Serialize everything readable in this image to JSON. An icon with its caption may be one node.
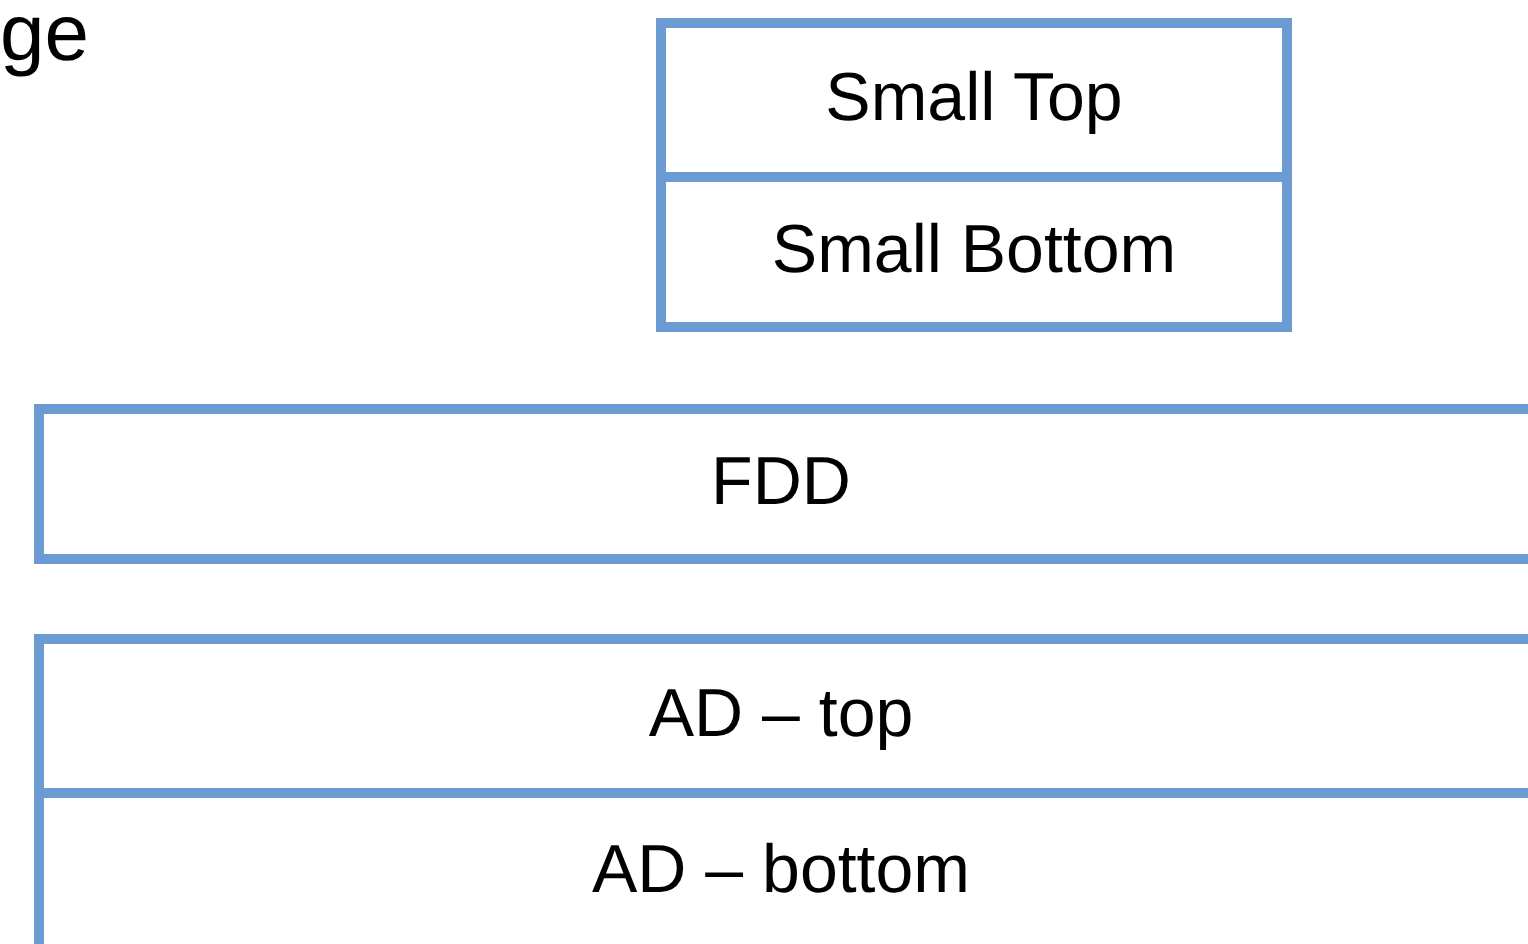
{
  "diagram": {
    "nodes": [
      {
        "text": [
          "Small Top"
        ]
      },
      {
        "text": [
          "Small Bottom"
        ]
      },
      {
        "text": [
          "FDD"
        ]
      },
      {
        "text": [
          "AD – top"
        ]
      },
      {
        "text": [
          "AD – bottom"
        ]
      }
    ],
    "labels": [
      "ge"
    ]
  }
}
